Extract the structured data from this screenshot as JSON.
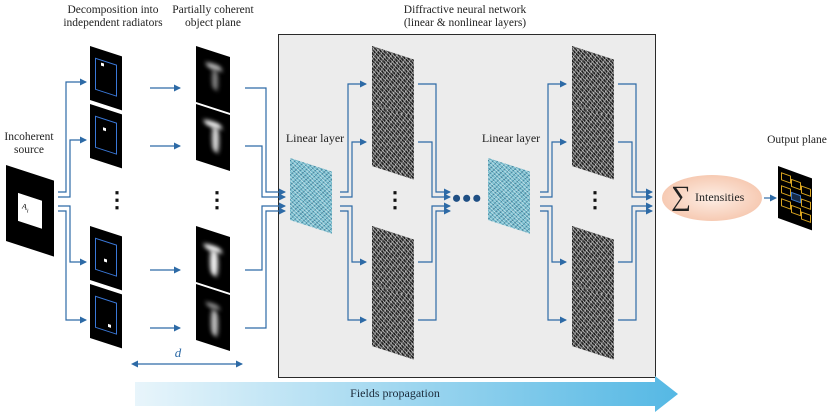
{
  "labels": {
    "decomposition": [
      "Decomposition into",
      "independent radiators"
    ],
    "partially_coherent": [
      "Partially coherent",
      "object plane"
    ],
    "dnn": [
      "Diffractive neural network",
      "(linear & nonlinear layers)"
    ],
    "incoherent_source": [
      "Incoherent",
      "source"
    ],
    "linear_layer_1": "Linear layer",
    "linear_layer_2": "Linear layer",
    "output_plane": "Output plane",
    "sum_symbol": "∑",
    "intensities": "Intensities",
    "distance": "d",
    "fields_propagation": "Fields propagation",
    "source_symbol": "A",
    "source_subscript": "i",
    "ellipsis_vertical": "⋮",
    "ellipsis_horizontal": "•••"
  },
  "colors": {
    "arrow": "#2d6aa6",
    "box_fill": "#ececec",
    "linear_layer": "#6fb7c9",
    "radiator_frame": "#3a78d8",
    "detector": "#d9a520",
    "detector_highlight": "#3c78c8",
    "sum_fill": "#f6c8b0",
    "prop_arrow_start": "#e3f2fa",
    "prop_arrow_end": "#5bbbe6"
  },
  "icons": {
    "sum": "sigma-icon",
    "arrows": "arrow-right-icon"
  }
}
